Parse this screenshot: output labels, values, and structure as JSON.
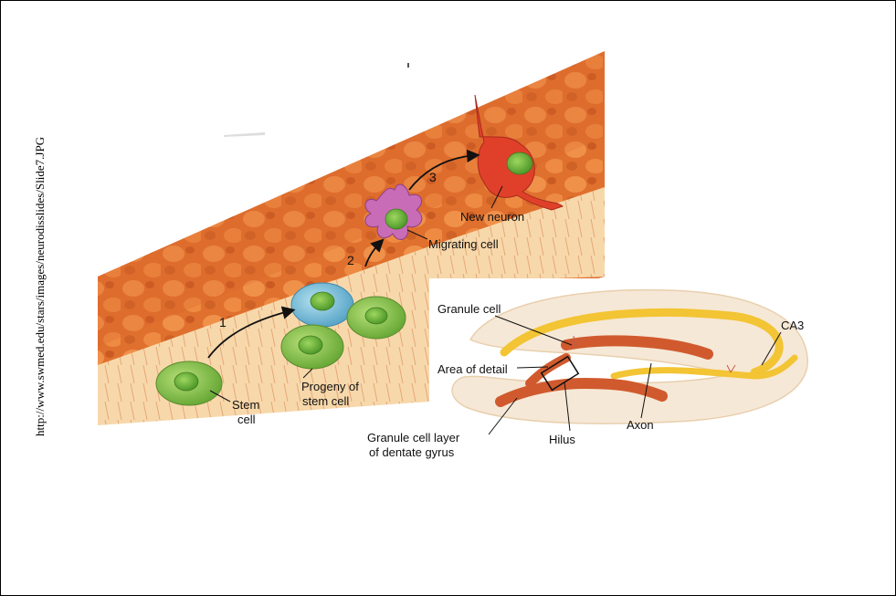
{
  "source_url": "http://www.swmed.edu/stars/images/neurodisslides/Slide7.JPG",
  "steps": [
    "1",
    "2",
    "3"
  ],
  "labels": {
    "stem_cell_line1": "Stem",
    "stem_cell_line2": "cell",
    "progeny_line1": "Progeny of",
    "progeny_line2": "stem cell",
    "migrating_cell": "Migrating cell",
    "new_neuron": "New neuron",
    "granule_cell": "Granule cell",
    "area_of_detail": "Area of detail",
    "ca3": "CA3",
    "axon": "Axon",
    "hilus": "Hilus",
    "granule_layer_line1": "Granule cell layer",
    "granule_layer_line2": "of dentate gyrus"
  },
  "colors": {
    "tissue_orange": "#e8742c",
    "tissue_light": "#f6d4a4",
    "cell_green": "#8cc84a",
    "progenitor_blue": "#7cc0dc",
    "migrating_magenta": "#c86cb8",
    "neuron_red": "#e0402a",
    "hippocampus_fill": "#f6e8d6",
    "yellow_tract": "#f3c433",
    "granule_layer": "#d05a2e"
  }
}
